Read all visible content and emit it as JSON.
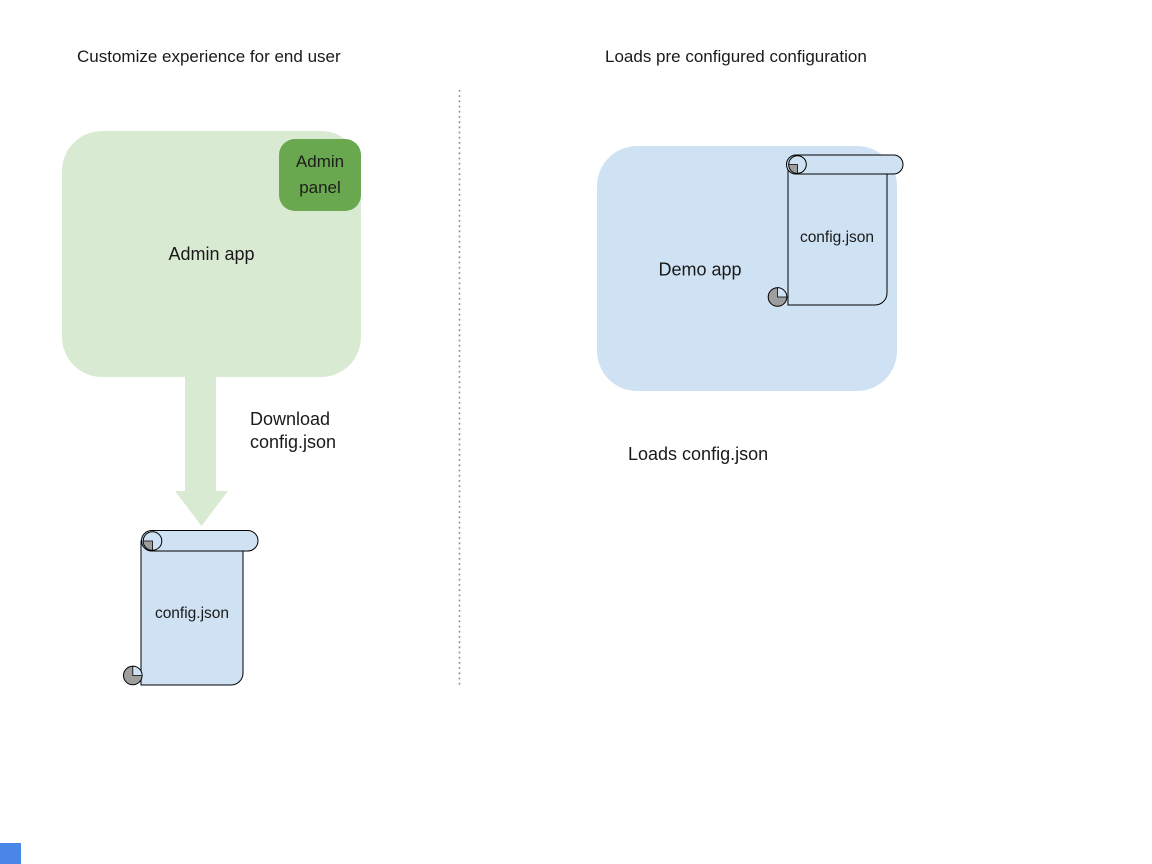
{
  "colors": {
    "background": "#ffffff",
    "app_green_light": "#d9ead3",
    "badge_green": "#6aa84f",
    "app_blue_light": "#cfe2f3",
    "scroll_fill": "#cfe2f3",
    "scroll_outline": "#000000",
    "curl_gray": "#9e9e9e",
    "divider_gray": "#8f8f8f",
    "text_dark": "#1a1a1a",
    "corner_square_blue": "#4a86e8"
  },
  "left": {
    "title": "Customize experience for end user",
    "admin_app_label": "Admin app",
    "admin_panel_label": "Admin panel",
    "arrow_label_line1": "Download",
    "arrow_label_line2": "config.json",
    "config_file_label": "config.json"
  },
  "right": {
    "title": "Loads pre configured configuration",
    "demo_app_label": "Demo app",
    "config_file_label": "config.json",
    "caption": "Loads config.json"
  }
}
